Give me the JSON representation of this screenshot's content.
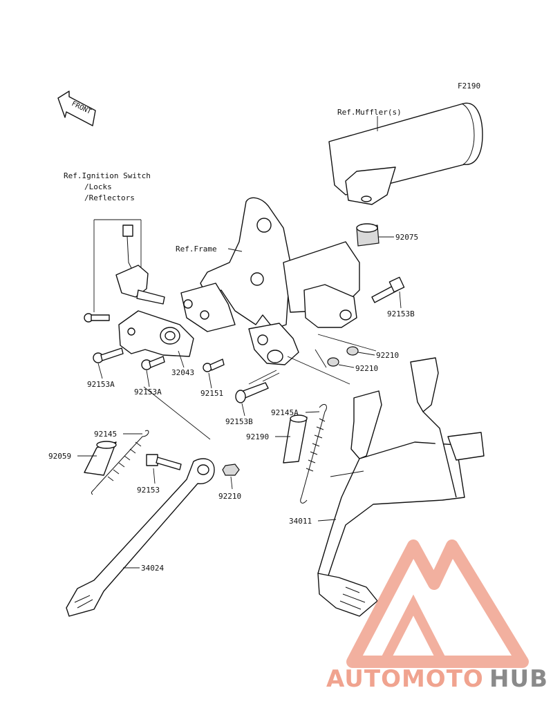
{
  "diagram_code": "F2190",
  "front_marker": "FRONT",
  "references": {
    "muffler": "Ref.Muffler(s)",
    "frame": "Ref.Frame",
    "ignition_line1": "Ref.Ignition Switch",
    "ignition_line2": "/Locks",
    "ignition_line3": "/Reflectors"
  },
  "parts": {
    "p92075": "92075",
    "p92153B_top": "92153B",
    "p92210_a": "92210",
    "p92210_b": "92210",
    "p32043": "32043",
    "p92153A_left": "92153A",
    "p92153A_mid": "92153A",
    "p92151": "92151",
    "p92153B_mid": "92153B",
    "p92145A": "92145A",
    "p92190": "92190",
    "p92145": "92145",
    "p92059": "92059",
    "p92153": "92153",
    "p92210_c": "92210",
    "p34011": "34011",
    "p34024": "34024"
  },
  "watermark": {
    "part1": "AUTOMOTO",
    "part2": "HUB",
    "color_primary": "#f0a38f",
    "color_secondary": "#8a8a8a"
  }
}
